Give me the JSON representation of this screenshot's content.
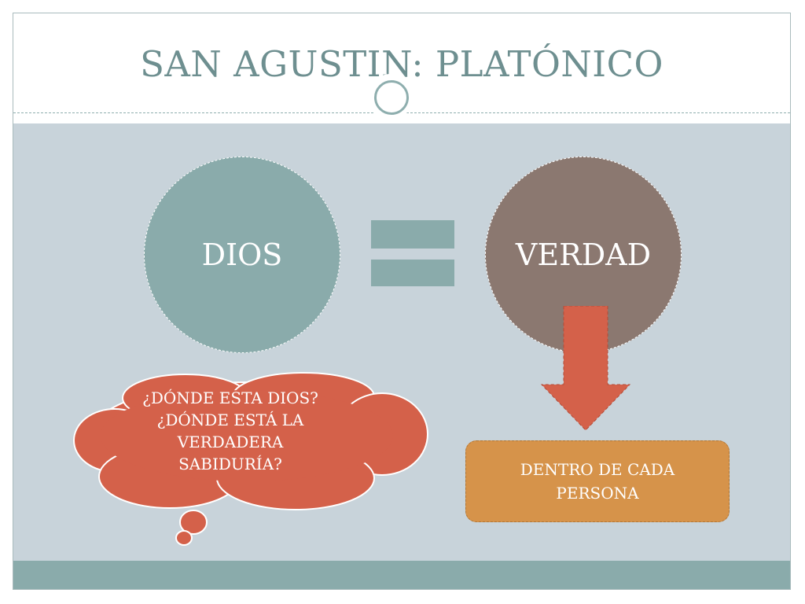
{
  "slide": {
    "title": "SAN AGUSTIN: PLATÓNICO"
  },
  "diagram": {
    "left_circle": "DIOS",
    "right_circle": "VERDAD",
    "question_lines": [
      "¿DÓNDE ESTA DIOS?",
      "¿DÓNDE ESTÁ LA",
      "VERDADERA",
      "SABIDURÍA?"
    ],
    "result_text": "DENTRO DE CADA PERSONA"
  },
  "colors": {
    "title": "#6e8f90",
    "teal": "#8aabab",
    "taupe": "#8b7870",
    "coral": "#d4614a",
    "orange": "#d6934a",
    "content_bg": "#c8d3da"
  },
  "icons": {
    "equals": "equals-sign-icon",
    "arrow": "down-arrow-icon",
    "medallion": "ring-ornament-icon"
  }
}
